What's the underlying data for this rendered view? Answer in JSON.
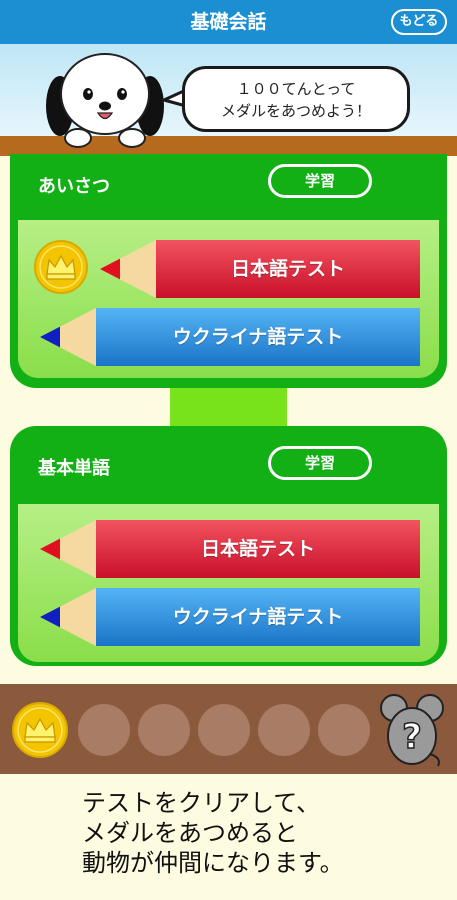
{
  "header": {
    "title": "基礎会話",
    "back_label": "もどる"
  },
  "speech": {
    "line1": "１００てんとって",
    "line2": "メダルをあつめよう！"
  },
  "sections": [
    {
      "title": "あいさつ",
      "study_label": "学習",
      "tests": [
        {
          "label": "日本語テスト",
          "color": "red",
          "medal_earned": true
        },
        {
          "label": "ウクライナ語テスト",
          "color": "blue",
          "medal_earned": false
        }
      ]
    },
    {
      "title": "基本単語",
      "study_label": "学習",
      "tests": [
        {
          "label": "日本語テスト",
          "color": "red",
          "medal_earned": false
        },
        {
          "label": "ウクライナ語テスト",
          "color": "blue",
          "medal_earned": false
        }
      ]
    }
  ],
  "medals": {
    "earned": 1,
    "total": 6
  },
  "footer": {
    "line1": "テストをクリアして、",
    "line2": "メダルをあつめると",
    "line3": "動物が仲間になります。"
  },
  "colors": {
    "header": "#1b8fd2",
    "card": "#12b014",
    "red_pencil": "#e02a3a",
    "blue_pencil": "#1a8fe0",
    "medal_gold": "#f2c500",
    "medal_bar": "#8b5a3c"
  },
  "icons": {
    "mascot": "dog-mascot-icon",
    "medal": "crown-medal-icon",
    "locked_animal": "mouse-question-icon"
  }
}
